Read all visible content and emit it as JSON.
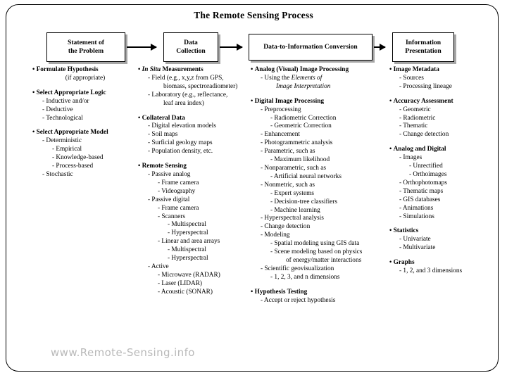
{
  "title": "The Remote Sensing Process",
  "watermark": "www.Remote-Sensing.info",
  "flow": {
    "boxes": [
      {
        "id": "statement-of-the-problem",
        "line1": "Statement of",
        "line2": "the Problem"
      },
      {
        "id": "data-collection",
        "line1": "Data",
        "line2": "Collection"
      },
      {
        "id": "data-to-information-conversion",
        "line1": "Data-to-Information Conversion",
        "line2": ""
      },
      {
        "id": "information-presentation",
        "line1": "Information",
        "line2": "Presentation"
      }
    ],
    "arrows": [
      "arrow-1",
      "arrow-2",
      "arrow-3"
    ]
  },
  "columns": [
    {
      "id": "column-statement-of-the-problem",
      "entries": [
        {
          "level": 0,
          "text": "Formulate Hypothesis"
        },
        {
          "level": "centered",
          "text": "(if appropriate)"
        },
        {
          "level": "gap",
          "text": ""
        },
        {
          "level": 0,
          "text": "Select Appropriate Logic"
        },
        {
          "level": 1,
          "text": "- Inductive and/or"
        },
        {
          "level": 1,
          "text": "- Deductive"
        },
        {
          "level": 1,
          "text": "- Technological"
        },
        {
          "level": "gap",
          "text": ""
        },
        {
          "level": 0,
          "text": "Select Appropriate Model"
        },
        {
          "level": 1,
          "text": "- Deterministic"
        },
        {
          "level": 2,
          "text": "- Empirical"
        },
        {
          "level": 2,
          "text": "- Knowledge-based"
        },
        {
          "level": 2,
          "text": "- Process-based"
        },
        {
          "level": 1,
          "text": "- Stochastic"
        }
      ]
    },
    {
      "id": "column-data-collection",
      "entries": [
        {
          "level": 0,
          "text": "In Situ Measurements",
          "italic_prefix": "In Situ"
        },
        {
          "level": 1,
          "text": "- Field (e.g., x,y,z from GPS,"
        },
        {
          "level": "cont2",
          "text": "biomass,  spectroradiometer)"
        },
        {
          "level": 1,
          "text": "- Laboratory (e.g., reflectance,"
        },
        {
          "level": "cont2",
          "text": "leaf area index)"
        },
        {
          "level": "gap",
          "text": ""
        },
        {
          "level": 0,
          "text": "Collateral Data"
        },
        {
          "level": 1,
          "text": "- Digital elevation models"
        },
        {
          "level": 1,
          "text": "- Soil maps"
        },
        {
          "level": 1,
          "text": "- Surficial geology maps"
        },
        {
          "level": 1,
          "text": "- Population density, etc."
        },
        {
          "level": "gap",
          "text": ""
        },
        {
          "level": 0,
          "text": "Remote Sensing"
        },
        {
          "level": 1,
          "text": "- Passive analog"
        },
        {
          "level": 2,
          "text": "- Frame camera"
        },
        {
          "level": 2,
          "text": "- Videography"
        },
        {
          "level": 1,
          "text": "- Passive digital"
        },
        {
          "level": 2,
          "text": "- Frame camera"
        },
        {
          "level": 2,
          "text": "- Scanners"
        },
        {
          "level": 3,
          "text": "- Multispectral"
        },
        {
          "level": 3,
          "text": "- Hyperspectral"
        },
        {
          "level": 2,
          "text": "- Linear and area arrays"
        },
        {
          "level": 3,
          "text": "- Multispectral"
        },
        {
          "level": 3,
          "text": "- Hyperspectral"
        },
        {
          "level": 1,
          "text": "- Active"
        },
        {
          "level": 2,
          "text": "- Microwave (RADAR)"
        },
        {
          "level": 2,
          "text": "- Laser (LIDAR)"
        },
        {
          "level": 2,
          "text": "- Acoustic (SONAR)"
        }
      ]
    },
    {
      "id": "column-data-to-information-conversion",
      "entries": [
        {
          "level": 0,
          "text": "Analog (Visual) Image Processing"
        },
        {
          "level": 1,
          "text": "- Using the Elements of",
          "italic_suffix": "Elements of"
        },
        {
          "level": "cont2-ital",
          "text": "Image Interpretation"
        },
        {
          "level": "gap",
          "text": ""
        },
        {
          "level": 0,
          "text": "Digital Image Processing"
        },
        {
          "level": 1,
          "text": "- Preprocessing"
        },
        {
          "level": 2,
          "text": "- Radiometric Correction"
        },
        {
          "level": 2,
          "text": "- Geometric Correction"
        },
        {
          "level": 1,
          "text": "- Enhancement"
        },
        {
          "level": 1,
          "text": "- Photogrammetric analysis"
        },
        {
          "level": 1,
          "text": "- Parametric, such as"
        },
        {
          "level": 2,
          "text": "- Maximum likelihood"
        },
        {
          "level": 1,
          "text": "- Nonparametric, such as"
        },
        {
          "level": 2,
          "text": "- Artificial neural networks"
        },
        {
          "level": 1,
          "text": "- Nonmetric, such as"
        },
        {
          "level": 2,
          "text": "- Expert systems"
        },
        {
          "level": 2,
          "text": "- Decision-tree classifiers"
        },
        {
          "level": 2,
          "text": "- Machine learning"
        },
        {
          "level": 1,
          "text": "- Hyperspectral analysis"
        },
        {
          "level": 1,
          "text": "- Change detection"
        },
        {
          "level": 1,
          "text": "- Modeling"
        },
        {
          "level": 2,
          "text": "- Spatial modeling using GIS data"
        },
        {
          "level": 2,
          "text": "- Scene modeling based on physics"
        },
        {
          "level": "cont3",
          "text": "of energy/matter interactions"
        },
        {
          "level": 1,
          "text": "- Scientific geovisualization"
        },
        {
          "level": 2,
          "text": "- 1, 2, 3,  and n dimensions",
          "italic_char": "n"
        },
        {
          "level": "gap",
          "text": ""
        },
        {
          "level": 0,
          "text": "Hypothesis Testing"
        },
        {
          "level": 1,
          "text": "- Accept or reject hypothesis"
        }
      ]
    },
    {
      "id": "column-information-presentation",
      "entries": [
        {
          "level": 0,
          "text": "Image Metadata"
        },
        {
          "level": 1,
          "text": "- Sources"
        },
        {
          "level": 1,
          "text": "- Processing lineage"
        },
        {
          "level": "gap",
          "text": ""
        },
        {
          "level": 0,
          "text": "Accuracy Assessment"
        },
        {
          "level": 1,
          "text": "- Geometric"
        },
        {
          "level": 1,
          "text": "- Radiometric"
        },
        {
          "level": 1,
          "text": "- Thematic"
        },
        {
          "level": 1,
          "text": "- Change detection"
        },
        {
          "level": "gap",
          "text": ""
        },
        {
          "level": 0,
          "text": "Analog and Digital"
        },
        {
          "level": 1,
          "text": "- Images"
        },
        {
          "level": 2,
          "text": "- Unrectified"
        },
        {
          "level": 2,
          "text": "- Orthoimages"
        },
        {
          "level": 1,
          "text": "- Orthophotomaps"
        },
        {
          "level": 1,
          "text": "- Thematic maps"
        },
        {
          "level": 1,
          "text": "- GIS databases"
        },
        {
          "level": 1,
          "text": "-  Animations"
        },
        {
          "level": 1,
          "text": "-  Simulations"
        },
        {
          "level": "gap",
          "text": ""
        },
        {
          "level": 0,
          "text": "Statistics"
        },
        {
          "level": 1,
          "text": "- Univariate"
        },
        {
          "level": 1,
          "text": "- Multivariate"
        },
        {
          "level": "gap",
          "text": ""
        },
        {
          "level": 0,
          "text": "Graphs"
        },
        {
          "level": 1,
          "text": "- 1, 2, and 3 dimensions"
        }
      ]
    }
  ]
}
